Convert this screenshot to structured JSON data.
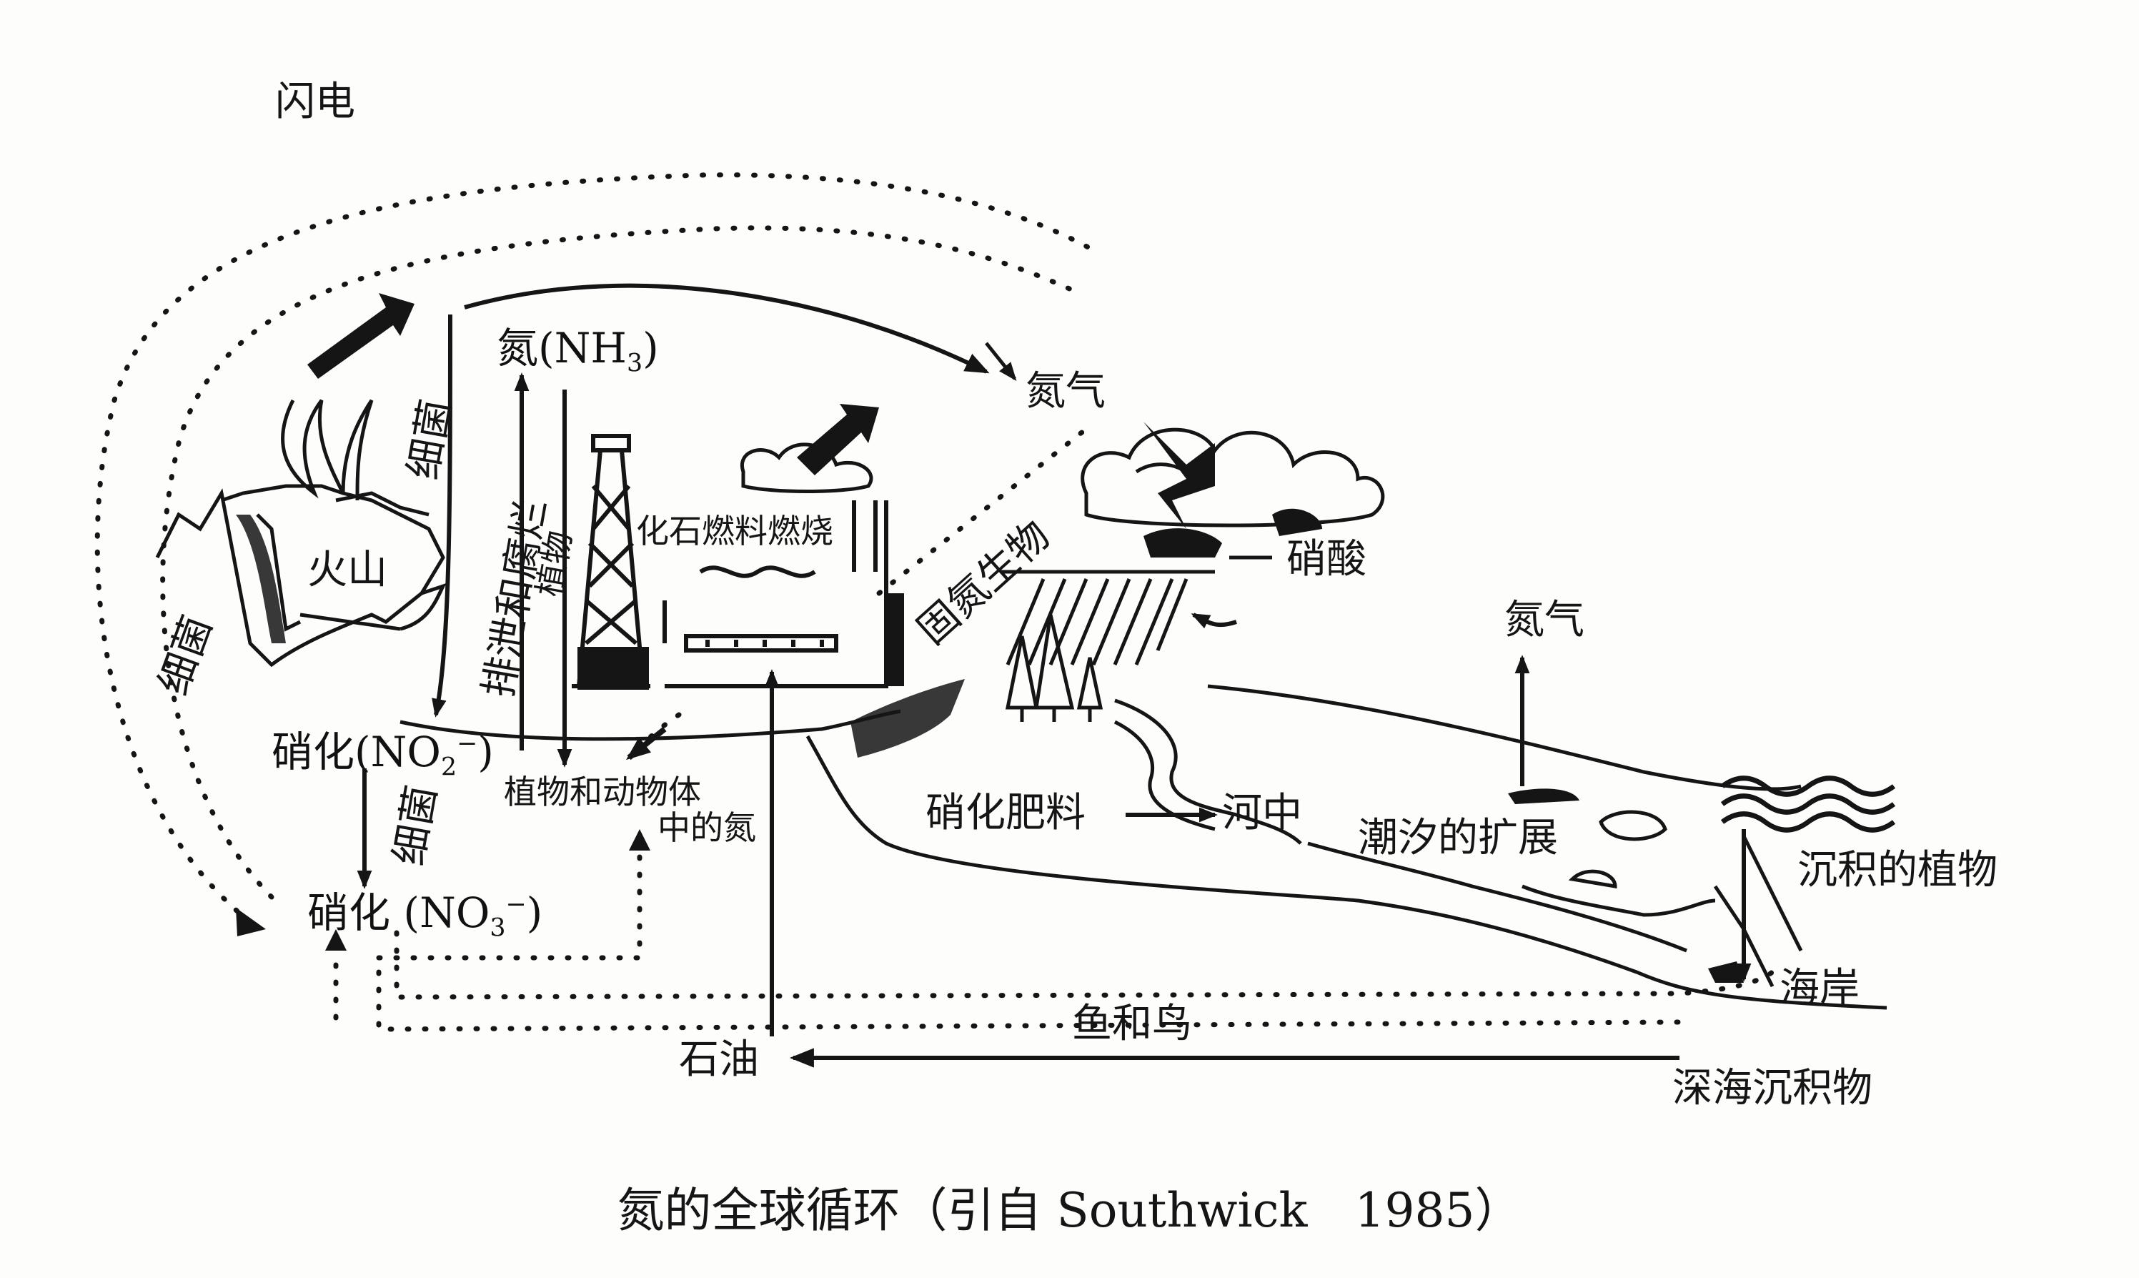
{
  "labels": {
    "lightning": "闪电",
    "bacteria_left": "细菌",
    "bacteria_top": "细菌",
    "volcano": "火山",
    "ammonia_prefix": "氮(NH",
    "ammonia_sub": "3",
    "ammonia_suffix": ")",
    "excretion_decay": "排泄和腐烂",
    "plants": "植物",
    "fossil_fuel": "化石燃料燃烧",
    "nitrogen_fixers": "固氮生物",
    "nitrogen_gas_top": "氮气",
    "nitric_acid": "硝酸",
    "nitrogen_gas_right": "氮气",
    "nitrite_prefix": "硝化(NO",
    "nitrite_sub": "2",
    "nitrite_sup": "−",
    "nitrite_suffix": ")",
    "bacteria_mid": "细菌",
    "nitrate_prefix": "硝化 (NO",
    "nitrate_sub": "3",
    "nitrate_sup": "−",
    "nitrate_suffix": ")",
    "organism_n_line1": "植物和动物体",
    "organism_n_line2": "中的氮",
    "fertilizer": "硝化肥料",
    "river": "河中",
    "tidal": "潮汐的扩展",
    "sediment_plants": "沉积的植物",
    "coast": "海岸",
    "fish_birds": "鱼和鸟",
    "petroleum": "石油",
    "deep_sea": "深海沉积物"
  },
  "caption": "氮的全球循环（引自 Southwick　1985）",
  "colors": {
    "ink": "#151515",
    "background": "#fdfdfc"
  }
}
